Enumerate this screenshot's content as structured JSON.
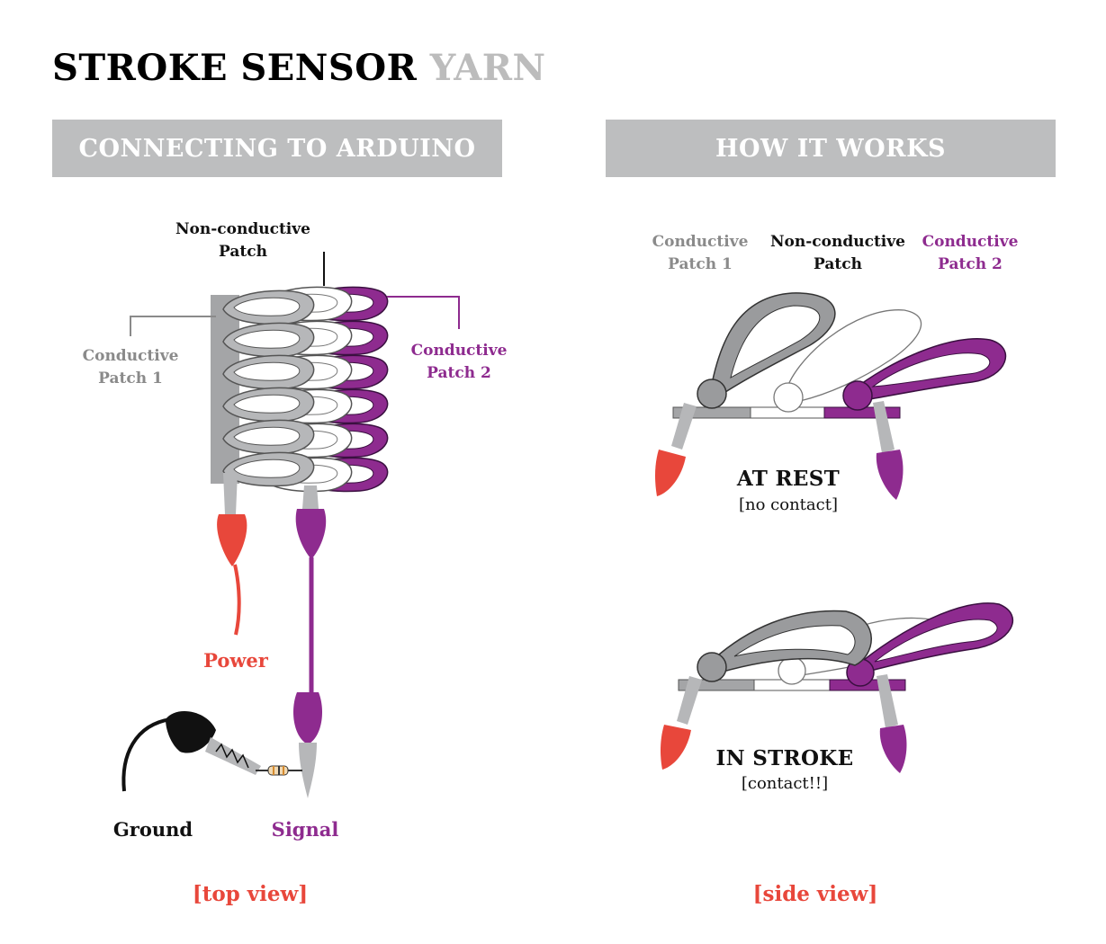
{
  "title": {
    "main": "STROKE SENSOR",
    "accent": "YARN"
  },
  "banners": {
    "left": "CONNECTING TO ARDUINO",
    "right": "HOW IT WORKS"
  },
  "top_view": {
    "nonconductive_label": "Non-conductive\nPatch",
    "conductive1_label": "Conductive\nPatch 1",
    "conductive2_label": "Conductive\nPatch 2",
    "power_label": "Power",
    "ground_label": "Ground",
    "signal_label": "Signal",
    "view_caption": "[top view]"
  },
  "side_view": {
    "conductive1_label": "Conductive\nPatch 1",
    "nonconductive_label": "Non-conductive\nPatch",
    "conductive2_label": "Conductive\nPatch 2",
    "at_rest_title": "AT REST",
    "at_rest_sub": "[no contact]",
    "in_stroke_title": "IN STROKE",
    "in_stroke_sub": "[contact!!]",
    "view_caption": "[side view]"
  },
  "colors": {
    "gray": "#9a9b9d",
    "purple": "#8e2b8f",
    "red": "#e8473b",
    "banner": "#bdbebf"
  }
}
